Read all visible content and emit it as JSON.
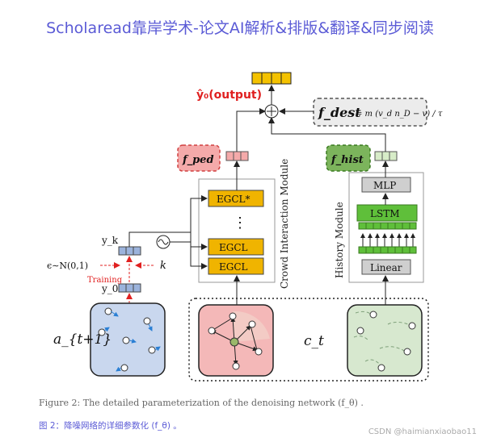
{
  "header": {
    "title": "Scholaread靠岸学术-论文AI解析&排版&翻译&同步阅读"
  },
  "diagram": {
    "output_label": "ŷ₀(output)",
    "f_ped": "f_ped",
    "f_hist": "f_hist",
    "f_dest_label": "f_dest",
    "f_dest_formula": "= m (v_d n_D − v) / τ",
    "egcl_star": "EGCL*",
    "egcl_dots": "⋮",
    "egcl_1": "EGCL",
    "egcl_2": "EGCL",
    "crowd_module": "Crowd Interaction Module",
    "history_module": "History Module",
    "mlp": "MLP",
    "lstm": "LSTM",
    "linear": "Linear",
    "yk": "y_k",
    "y0": "y_0",
    "k": "k",
    "noise": "ϵ∼N(0,1)",
    "training": "Training",
    "a_label": "a_{t+1}",
    "c_label": "c_t"
  },
  "captions": {
    "en": "Figure 2: The detailed parameterization of the denoising network (f_θ) .",
    "zh": "图 2：降噪网络的详细参数化 (f_θ) 。",
    "watermark": "CSDN @haimianxiaobao11"
  },
  "colors": {
    "accent": "#5b5bd6",
    "egcl": "#f0b400",
    "lstm": "#5fbf3a",
    "ped_red": "#e05050",
    "hist_green": "#5a9a3a",
    "panel_blue": "#c9d7ee",
    "panel_red": "#f4b8b8",
    "panel_green": "#d7e8cf"
  }
}
